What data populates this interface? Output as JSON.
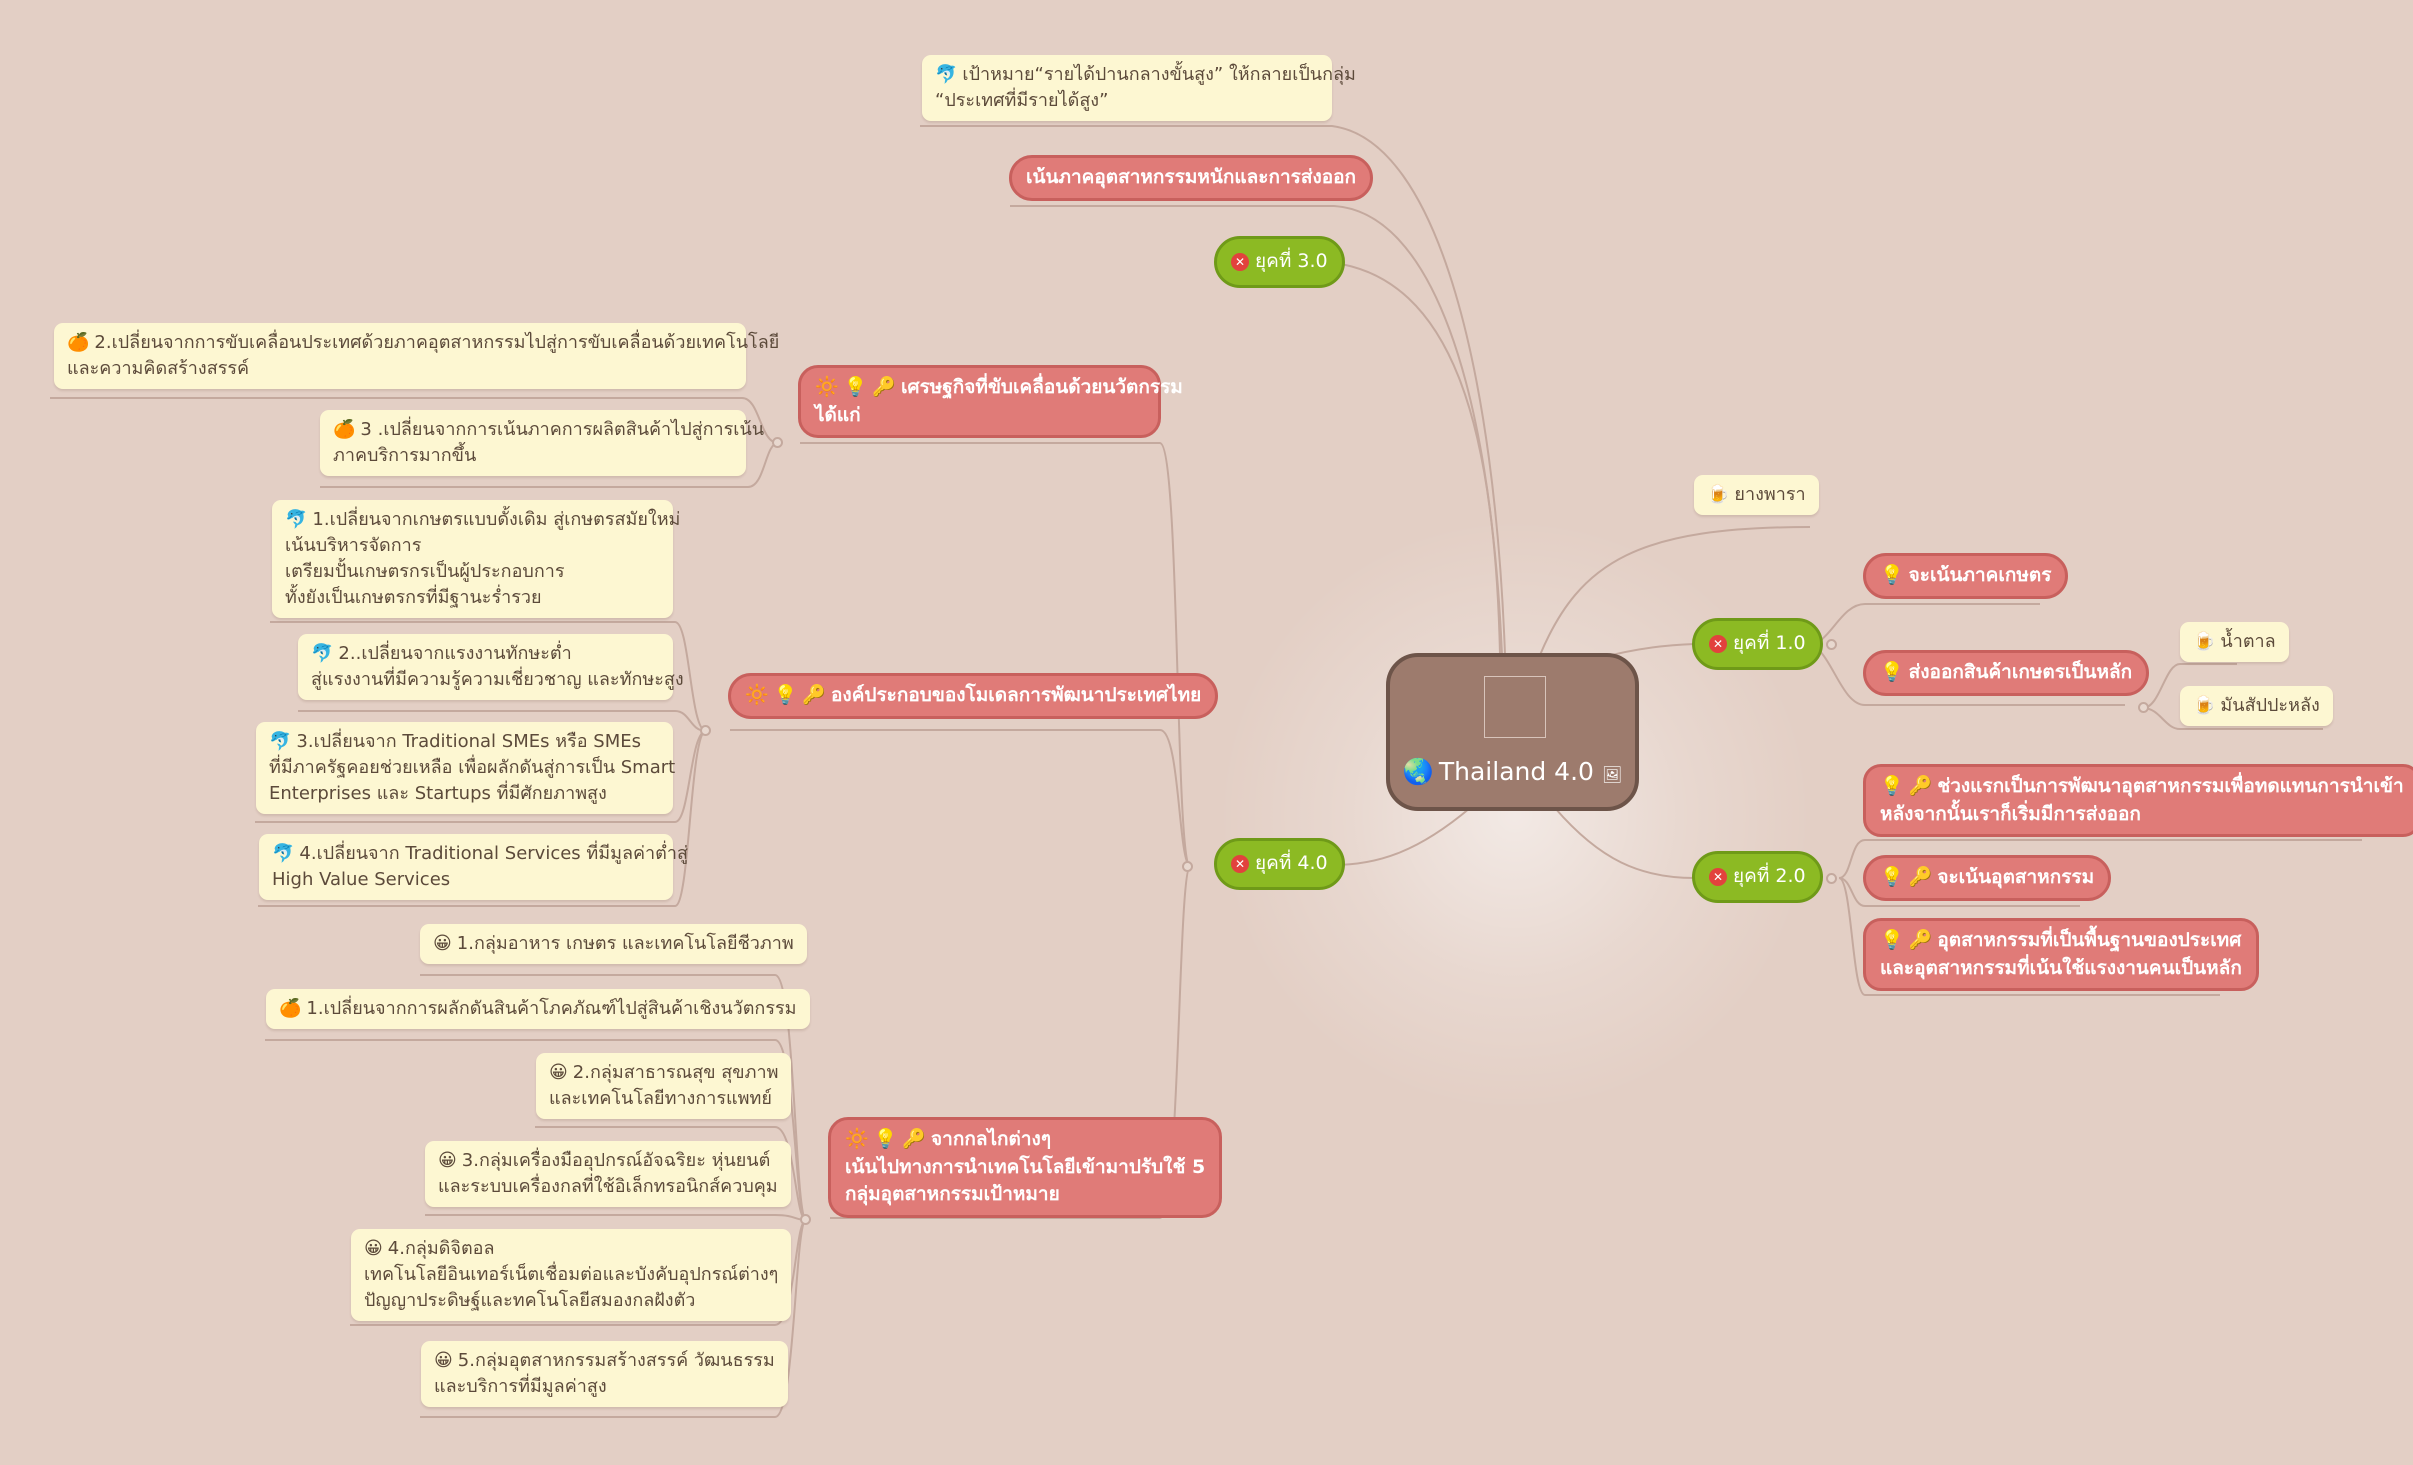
{
  "root": {
    "title": "Thailand 4.0",
    "icon": "globe-icon",
    "image_icon": "picture-icon"
  },
  "eras": [
    {
      "label": "ยุคที่ 1.0",
      "icon": "no-entry-icon"
    },
    {
      "label": "ยุคที่ 2.0",
      "icon": "no-entry-icon"
    },
    {
      "label": "ยุคที่ 3.0",
      "icon": "no-entry-icon"
    },
    {
      "label": "ยุคที่ 4.0",
      "icon": "no-entry-icon"
    }
  ],
  "era1": {
    "top_leaf": {
      "icon": "beer-icon",
      "text": "ยางพารา"
    },
    "focus": {
      "icon": "bulb-icon",
      "text": "จะเน้นภาคเกษตร"
    },
    "export": {
      "icon": "bulb-icon",
      "text": "ส่งออกสินค้าเกษตรเป็นหลัก"
    },
    "products": [
      {
        "icon": "beer-icon",
        "text": "น้ำตาล"
      },
      {
        "icon": "beer-icon",
        "text": "มันสัปปะหลัง"
      }
    ]
  },
  "era2": {
    "items": [
      {
        "icons": "bulb-icon,key-icon",
        "lines": [
          "ช่วงแรกเป็นการพัฒนาอุตสาหกรรมเพื่อทดแทนการนำเข้า",
          "หลังจากนั้นเราก็เริ่มมีการส่งออก"
        ]
      },
      {
        "icons": "bulb-icon,key-icon",
        "lines": [
          "จะเน้นอุตสาหกรรม"
        ]
      },
      {
        "icons": "bulb-icon,key-icon",
        "lines": [
          "อุตสาหกรรมที่เป็นพื้นฐานของประเทศ",
          "และอุตสาหกรรมที่เน้นใช้แรงงานคนเป็นหลัก"
        ]
      }
    ]
  },
  "era3": {
    "goal": {
      "icon": "dolphin-icon",
      "lines": [
        "เป้าหมาย“รายได้ปานกลางขั้นสูง” ให้กลายเป็นกลุ่ม",
        "“ประเทศที่มีรายได้สูง”"
      ]
    },
    "focus": "เน้นภาคอุตสาหกรรมหนักและการส่งออก"
  },
  "era4": {
    "innovation": {
      "icons": "sun-icon,bulb-icon,key-icon",
      "lines": [
        "เศรษฐกิจที่ขับเคลื่อนด้วยนวัตกรรม",
        "ได้แก่"
      ],
      "children": [
        {
          "icon": "orange-icon",
          "lines": [
            "2.เปลี่ยนจากการขับเคลื่อนประเทศด้วยภาคอุตสาหกรรมไปสู่การขับเคลื่อนด้วยเทคโนโลยี",
            "และความคิดสร้างสรรค์"
          ]
        },
        {
          "icon": "orange-icon",
          "lines": [
            "3 .เปลี่ยนจากการเน้นภาคการผลิตสินค้าไปสู่การเน้น",
            "ภาคบริการมากขึ้น"
          ]
        }
      ]
    },
    "model": {
      "icons": "sun-icon,bulb-icon,key-icon",
      "lines": [
        "องค์ประกอบของโมเดลการพัฒนาประเทศไทย"
      ],
      "children": [
        {
          "icon": "dolphin-icon",
          "lines": [
            "1.เปลี่ยนจากเกษตรแบบดั้งเดิม สู่เกษตรสมัยใหม่",
            "เน้นบริหารจัดการ",
            "เตรียมปั้นเกษตรกรเป็นผู้ประกอบการ",
            "ทั้งยังเป็นเกษตรกรที่มีฐานะร่ำรวย"
          ]
        },
        {
          "icon": "dolphin-icon",
          "lines": [
            "2..เปลี่ยนจากแรงงานทักษะต่ำ",
            "สู่แรงงานที่มีความรู้ความเชี่ยวชาญ และทักษะสูง"
          ]
        },
        {
          "icon": "dolphin-icon",
          "lines": [
            "3.เปลี่ยนจาก Traditional SMEs หรือ SMEs",
            "ที่มีภาครัฐคอยช่วยเหลือ เพื่อผลักดันสู่การเป็น Smart",
            "Enterprises และ Startups ที่มีศักยภาพสูง"
          ]
        },
        {
          "icon": "dolphin-icon",
          "lines": [
            "4.เปลี่ยนจาก Traditional Services ที่มีมูลค่าต่ำสู่",
            "High Value Services"
          ]
        }
      ]
    },
    "mechanism": {
      "icons": "sun-icon,bulb-icon,key-icon",
      "lines": [
        "จากกลไกต่างๆ",
        "เน้นไปทางการนำเทคโนโลยีเข้ามาปรับใช้ 5",
        "กลุ่มอุตสาหกรรมเป้าหมาย"
      ],
      "children": [
        {
          "icon": "grin-icon",
          "lines": [
            "1.กลุ่มอาหาร เกษตร และเทคโนโลยีชีวภาพ"
          ]
        },
        {
          "icon": "orange-icon",
          "lines": [
            "1.เปลี่ยนจากการผลักดันสินค้าโภคภัณฑ์ไปสู่สินค้าเชิงนวัตกรรม"
          ]
        },
        {
          "icon": "grin-icon",
          "lines": [
            "2.กลุ่มสาธารณสุข สุขภาพ",
            "และเทคโนโลยีทางการแพทย์"
          ]
        },
        {
          "icon": "grin-icon",
          "lines": [
            "3.กลุ่มเครื่องมืออุปกรณ์อัจฉริยะ หุ่นยนต์",
            "และระบบเครื่องกลที่ใช้อิเล็กทรอนิกส์ควบคุม"
          ]
        },
        {
          "icon": "grin-icon",
          "lines": [
            "4.กลุ่มดิจิตอล",
            "เทคโนโลยีอินเทอร์เน็ตเชื่อมต่อและบังคับอุปกรณ์ต่างๆ",
            "ปัญญาประดิษฐ์และทคโนโลยีสมองกลฝังตัว"
          ]
        },
        {
          "icon": "grin-icon",
          "lines": [
            "5.กลุ่มอุตสาหกรรมสร้างสรรค์ วัฒนธรรม",
            "และบริการที่มีมูลค่าสูง"
          ]
        }
      ]
    }
  }
}
